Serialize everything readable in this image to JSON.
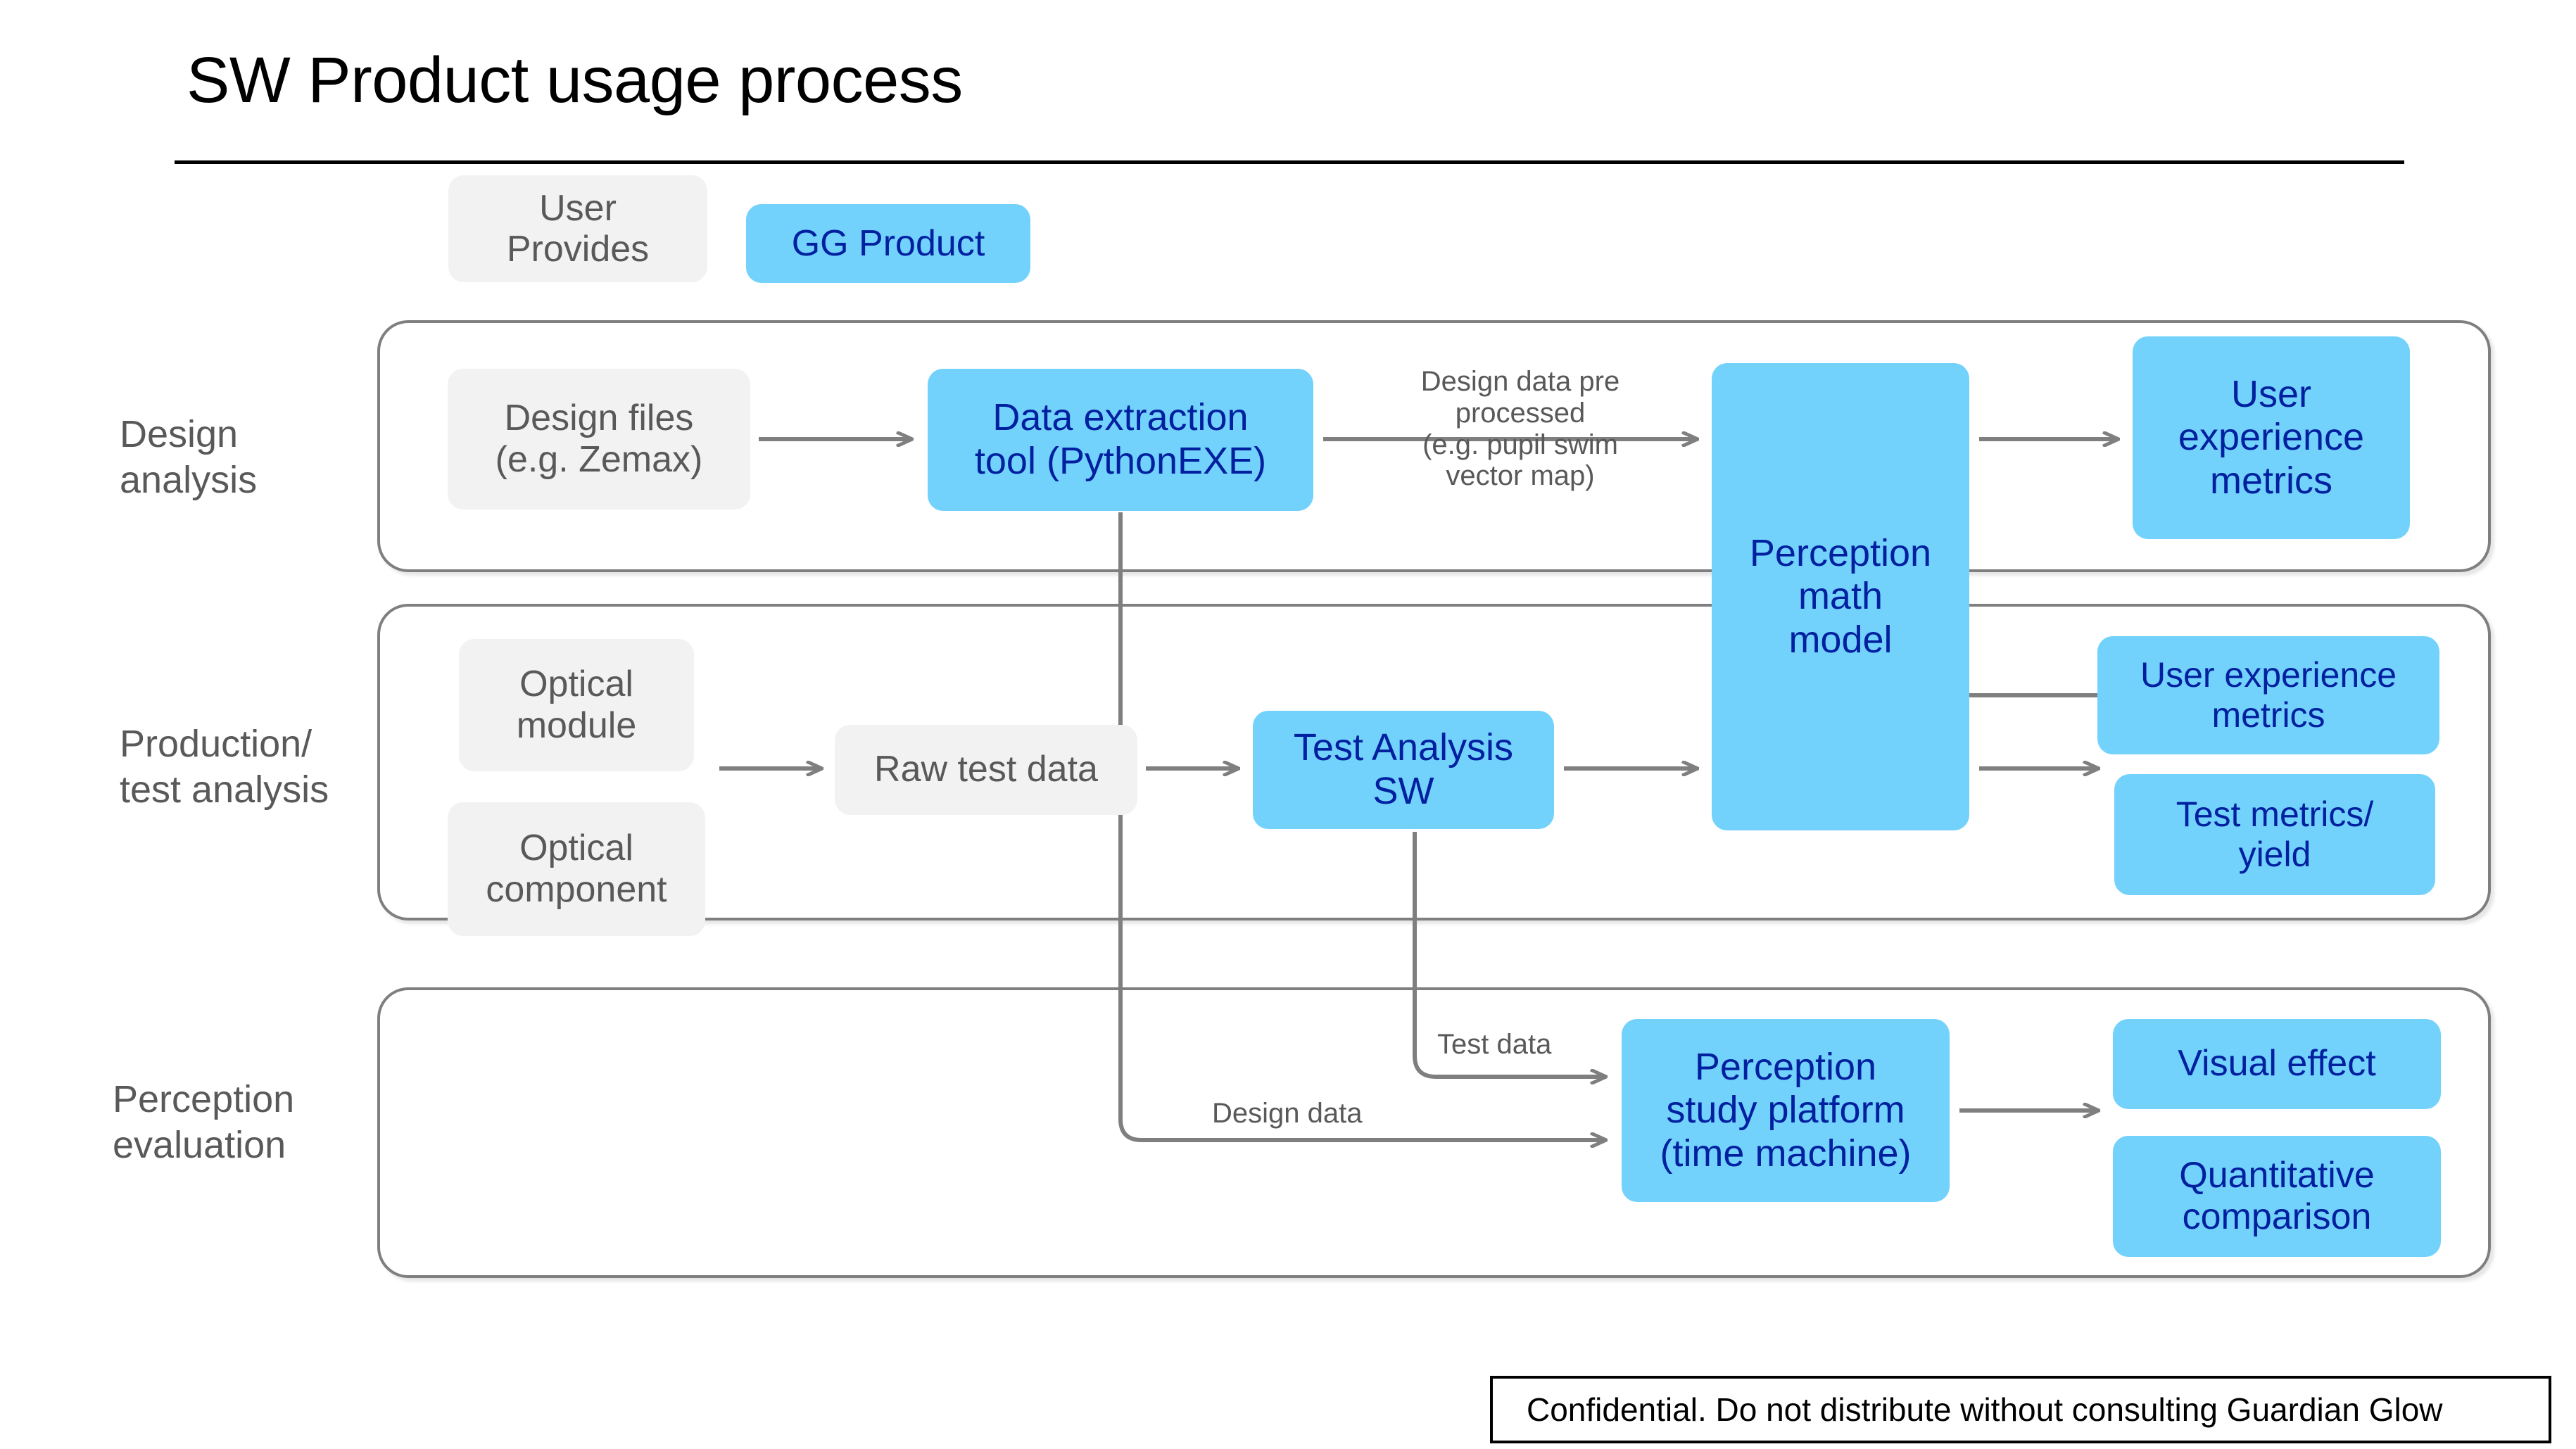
{
  "title": "SW Product usage process",
  "legend": {
    "user_provides": "User\nProvides",
    "user_provides_line1": "User",
    "user_provides_line2": "Provides",
    "gg_product": "GG Product"
  },
  "colors": {
    "product_fill": "#73d2fc",
    "product_text": "#00209f",
    "user_fill": "#f2f2f2",
    "user_text": "#595959",
    "connector": "#7f7f7f",
    "rule": "#000000"
  },
  "rows": [
    {
      "label": "Design\nanalysis",
      "label_line1": "Design",
      "label_line2": "analysis",
      "nodes": [
        {
          "name": "design-files",
          "kind": "user",
          "text": "Design files\n(e.g. Zemax)",
          "line1": "Design files",
          "line2": "(e.g. Zemax)"
        },
        {
          "name": "data-extraction-tool",
          "kind": "product",
          "text": "Data extraction\ntool (PythonEXE)",
          "line1": "Data extraction",
          "line2": "tool (PythonEXE)"
        },
        {
          "name": "user-experience-metrics",
          "kind": "product",
          "text": "User\nexperience\nmetrics",
          "line1": "User",
          "line2": "experience",
          "line3": "metrics"
        }
      ]
    },
    {
      "label": "Production/\ntest analysis",
      "label_line1": "Production/",
      "label_line2": "test analysis",
      "nodes": [
        {
          "name": "optical-module",
          "kind": "user",
          "text": "Optical\nmodule",
          "line1": "Optical",
          "line2": "module"
        },
        {
          "name": "optical-component",
          "kind": "user",
          "text": "Optical\ncomponent",
          "line1": "Optical",
          "line2": "component"
        },
        {
          "name": "raw-test-data",
          "kind": "user",
          "text": "Raw test data"
        },
        {
          "name": "test-analysis-sw",
          "kind": "product",
          "text": "Test Analysis\nSW",
          "line1": "Test Analysis",
          "line2": "SW"
        },
        {
          "name": "user-experience-metrics",
          "kind": "product",
          "text": "User experience\nmetrics",
          "line1": "User experience",
          "line2": "metrics"
        },
        {
          "name": "test-metrics-yield",
          "kind": "product",
          "text": "Test metrics/\nyield",
          "line1": "Test metrics/",
          "line2": "yield"
        }
      ]
    },
    {
      "label": "Perception\nevaluation",
      "label_line1": "Perception",
      "label_line2": "evaluation",
      "nodes": [
        {
          "name": "perception-study-platform",
          "kind": "product",
          "text": "Perception\nstudy platform\n(time machine)",
          "line1": "Perception",
          "line2": "study platform",
          "line3": "(time machine)"
        },
        {
          "name": "visual-effect",
          "kind": "product",
          "text": "Visual effect"
        },
        {
          "name": "quantitative-comparison",
          "kind": "product",
          "text": "Quantitative\ncomparison",
          "line1": "Quantitative",
          "line2": "comparison"
        }
      ]
    }
  ],
  "shared_node": {
    "name": "perception-math-model",
    "kind": "product",
    "text": "Perception\nmath\nmodel",
    "line1": "Perception",
    "line2": "math",
    "line3": "model"
  },
  "edge_labels": {
    "design_data_pre": "Design data pre\nprocessed\n(e.g. pupil swim\nvector map)",
    "design_data_pre_line1": "Design data pre",
    "design_data_pre_line2": "processed",
    "design_data_pre_line3": "(e.g. pupil swim",
    "design_data_pre_line4": "vector map)",
    "test_data": "Test data",
    "design_data": "Design data"
  },
  "footer": {
    "notice": "Confidential. Do not distribute without consulting Guardian Glow"
  }
}
